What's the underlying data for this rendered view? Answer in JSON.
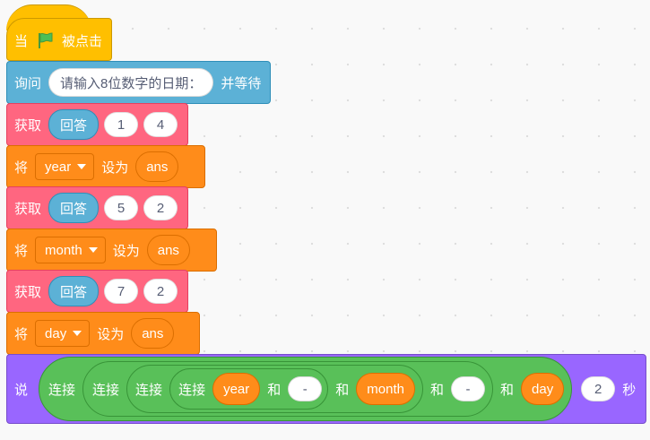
{
  "blocks": {
    "when_flag": {
      "pre": "当",
      "post": "被点击"
    },
    "ask": {
      "label": "询问",
      "prompt": "请输入8位数字的日期：",
      "suffix": "并等待"
    },
    "substr_year": {
      "label": "获取",
      "answer": "回答",
      "from": "1",
      "to": "4"
    },
    "set_year": {
      "label": "将",
      "var": "year",
      "mid": "设为",
      "value": "ans"
    },
    "substr_month": {
      "label": "获取",
      "answer": "回答",
      "from": "5",
      "to": "2"
    },
    "set_month": {
      "label": "将",
      "var": "month",
      "mid": "设为",
      "value": "ans"
    },
    "substr_day": {
      "label": "获取",
      "answer": "回答",
      "from": "7",
      "to": "2"
    },
    "set_day": {
      "label": "将",
      "var": "day",
      "mid": "设为",
      "value": "ans"
    },
    "say": {
      "label": "说",
      "join_label": "连接",
      "and_label": "和",
      "year": "year",
      "month": "month",
      "day": "day",
      "sep1": "-",
      "sep2": "-",
      "secs": "2",
      "unit": "秒"
    }
  },
  "colors": {
    "events": "#ffbf00",
    "sensing": "#5cb1d6",
    "operators_pink": "#ff6680",
    "variables": "#ff8c1a",
    "looks": "#9966ff",
    "operators_green": "#59c059"
  },
  "icons": {
    "flag": "green-flag-icon",
    "dropdown": "caret-down-icon"
  }
}
